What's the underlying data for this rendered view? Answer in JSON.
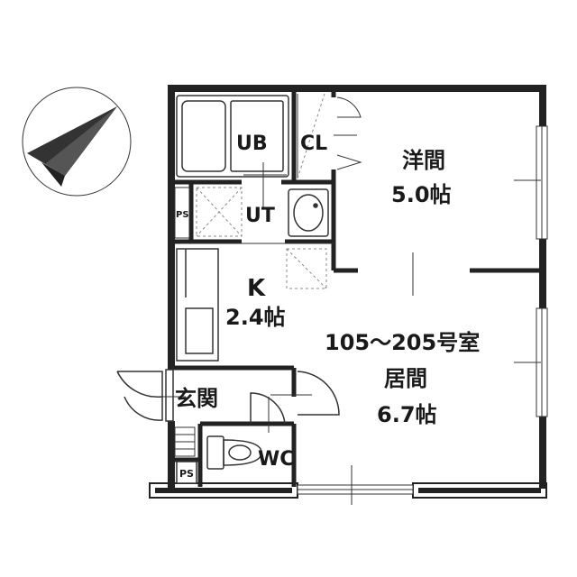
{
  "rooms": {
    "ub": {
      "label": "UB"
    },
    "cl": {
      "label": "CL"
    },
    "ut": {
      "label": "UT"
    },
    "ps_upper": {
      "label": "PS"
    },
    "ps_lower": {
      "label": "PS"
    },
    "western_room": {
      "label": "洋間",
      "size": "5.0帖"
    },
    "kitchen": {
      "label": "K",
      "size": "2.4帖"
    },
    "unit_number": {
      "label": "105～205号室"
    },
    "living_room": {
      "label": "居間",
      "size": "6.7帖"
    },
    "entrance": {
      "label": "玄関"
    },
    "wc": {
      "label": "WC"
    }
  },
  "compass": {
    "icon": "north-arrow-icon",
    "color": "#333333"
  },
  "colors": {
    "wall": "#222222",
    "line": "#333333",
    "dash": "#888888"
  }
}
